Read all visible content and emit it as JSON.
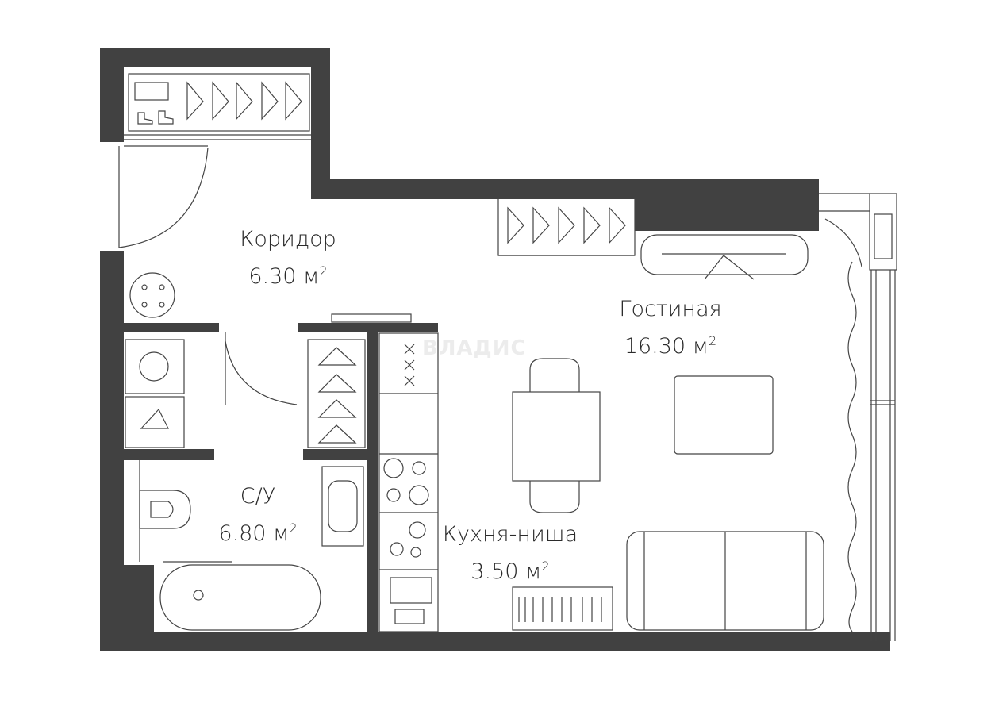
{
  "rooms": {
    "corridor": {
      "name": "Коридор",
      "area": "6.30 м",
      "sup": "2"
    },
    "living": {
      "name": "Гостиная",
      "area": "16.30 м",
      "sup": "2"
    },
    "bath": {
      "name": "С/У",
      "area": "6.80 м",
      "sup": "2"
    },
    "kitchen": {
      "name": "Кухня-ниша",
      "area": "3.50 м",
      "sup": "2"
    }
  },
  "watermark": {
    "text": "ВЛАДИС"
  },
  "colors": {
    "wall": "#414141",
    "line": "#444444",
    "background": "#ffffff",
    "watermark": "#ececec"
  }
}
